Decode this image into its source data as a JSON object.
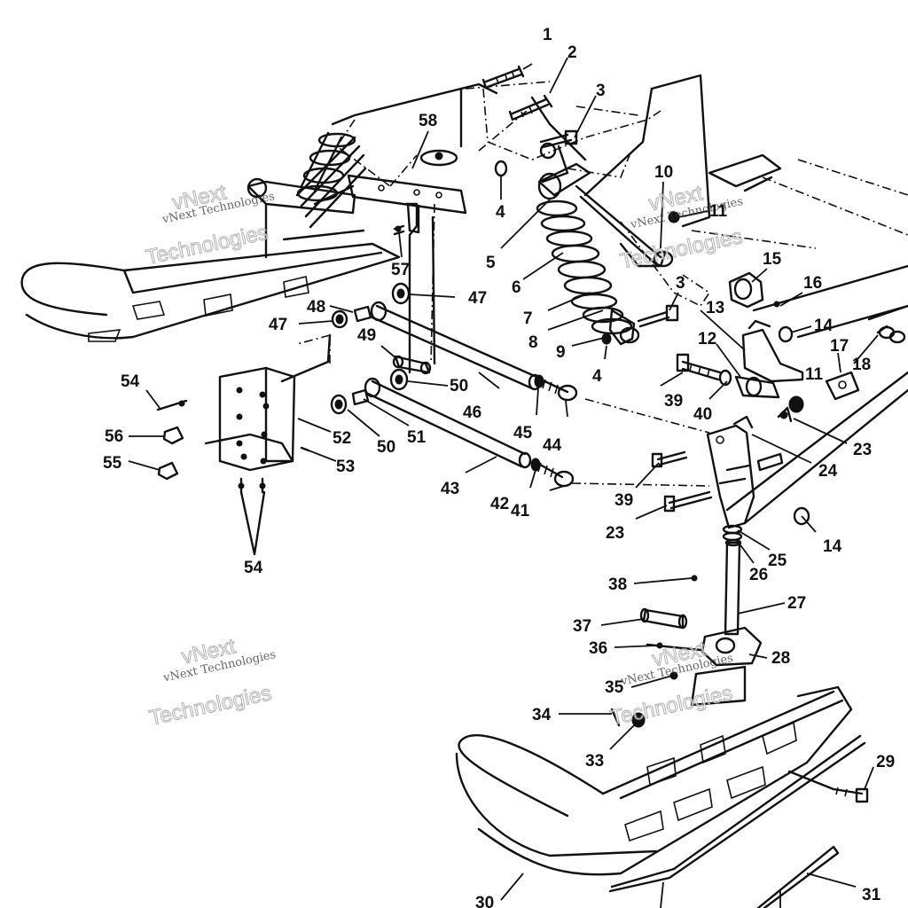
{
  "watermark": {
    "line_small": "vNext Technologies",
    "line_big_1": "vNext",
    "line_big_2": "Technologies"
  },
  "part_numbers": [
    "1",
    "2",
    "3",
    "3",
    "4",
    "4",
    "4",
    "5",
    "6",
    "7",
    "8",
    "9",
    "10",
    "11",
    "11",
    "12",
    "13",
    "14",
    "14",
    "15",
    "16",
    "17",
    "18",
    "23",
    "23",
    "23",
    "24",
    "25",
    "26",
    "27",
    "28",
    "29",
    "30",
    "31",
    "33",
    "34",
    "35",
    "36",
    "37",
    "38",
    "39",
    "39",
    "40",
    "41",
    "42",
    "43",
    "44",
    "45",
    "46",
    "47",
    "47",
    "47",
    "48",
    "49",
    "50",
    "50",
    "51",
    "52",
    "53",
    "54",
    "54",
    "55",
    "56",
    "57",
    "58"
  ]
}
